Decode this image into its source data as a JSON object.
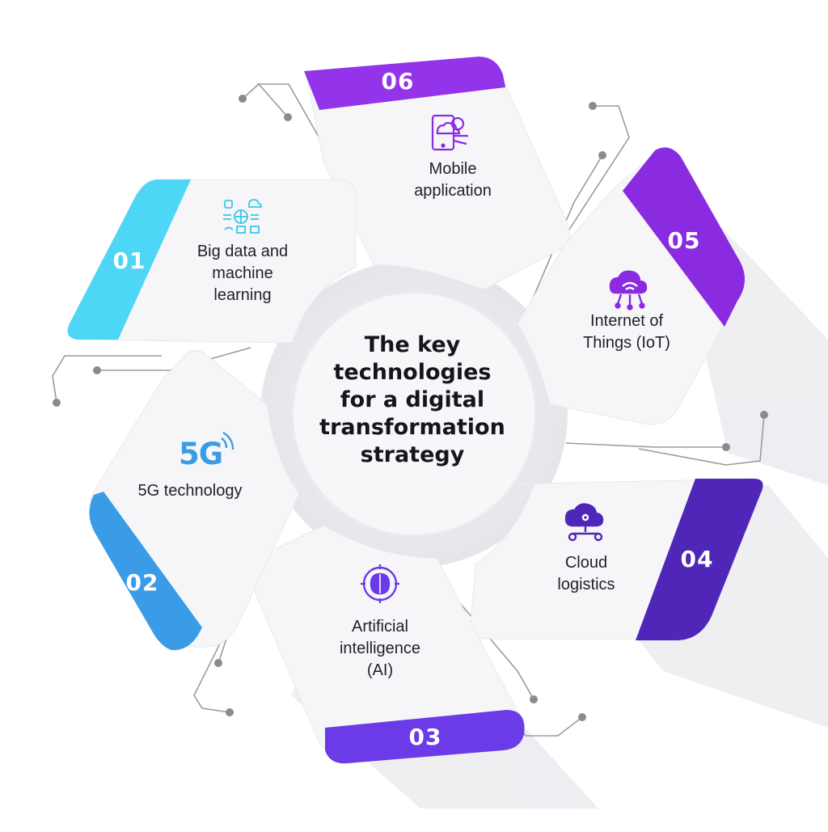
{
  "center": {
    "title_lines": [
      "The key",
      "technologies",
      "for a digital",
      "transformation",
      "strategy"
    ]
  },
  "segments": [
    {
      "number": "01",
      "label_lines": [
        "Big data and",
        "machine",
        "learning"
      ],
      "color": "#4dd6f5",
      "icon": "data-network-icon"
    },
    {
      "number": "02",
      "label_lines": [
        "5G technology"
      ],
      "color": "#3a9ce6",
      "icon": "5g-signal-icon",
      "icon_text": "5G"
    },
    {
      "number": "03",
      "label_lines": [
        "Artificial",
        "intelligence",
        "(AI)"
      ],
      "color": "#6a3be6",
      "icon": "ai-brain-icon"
    },
    {
      "number": "04",
      "label_lines": [
        "Cloud",
        "logistics"
      ],
      "color": "#4f26b8",
      "icon": "cloud-network-icon"
    },
    {
      "number": "05",
      "label_lines": [
        "Internet of",
        "Things (IoT)"
      ],
      "color": "#8a2be2",
      "icon": "iot-cloud-icon"
    },
    {
      "number": "06",
      "label_lines": [
        "Mobile",
        "application"
      ],
      "color": "#9333ea",
      "icon": "mobile-cloud-icon"
    }
  ]
}
